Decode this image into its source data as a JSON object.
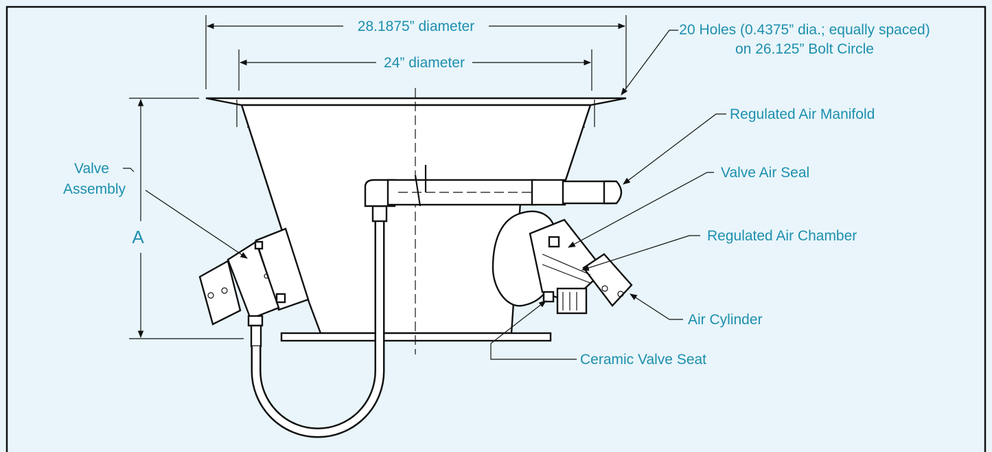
{
  "dimensions": {
    "outer_diameter": "28.1875” diameter",
    "inner_diameter": "24” diameter",
    "height_label": "A"
  },
  "callouts": {
    "bolt_holes_line1": "20 Holes (0.4375” dia.; equally spaced)",
    "bolt_holes_line2": "on 26.125” Bolt Circle",
    "regulated_air_manifold": "Regulated Air Manifold",
    "valve_air_seal": "Valve Air Seal",
    "regulated_air_chamber": "Regulated Air Chamber",
    "air_cylinder": "Air Cylinder",
    "ceramic_valve_seat": "Ceramic Valve Seat",
    "valve_assembly_line1": "Valve",
    "valve_assembly_line2": "Assembly"
  },
  "colors": {
    "label": "#1d8fae",
    "background": "#e9f5fa",
    "ink": "#111111"
  }
}
